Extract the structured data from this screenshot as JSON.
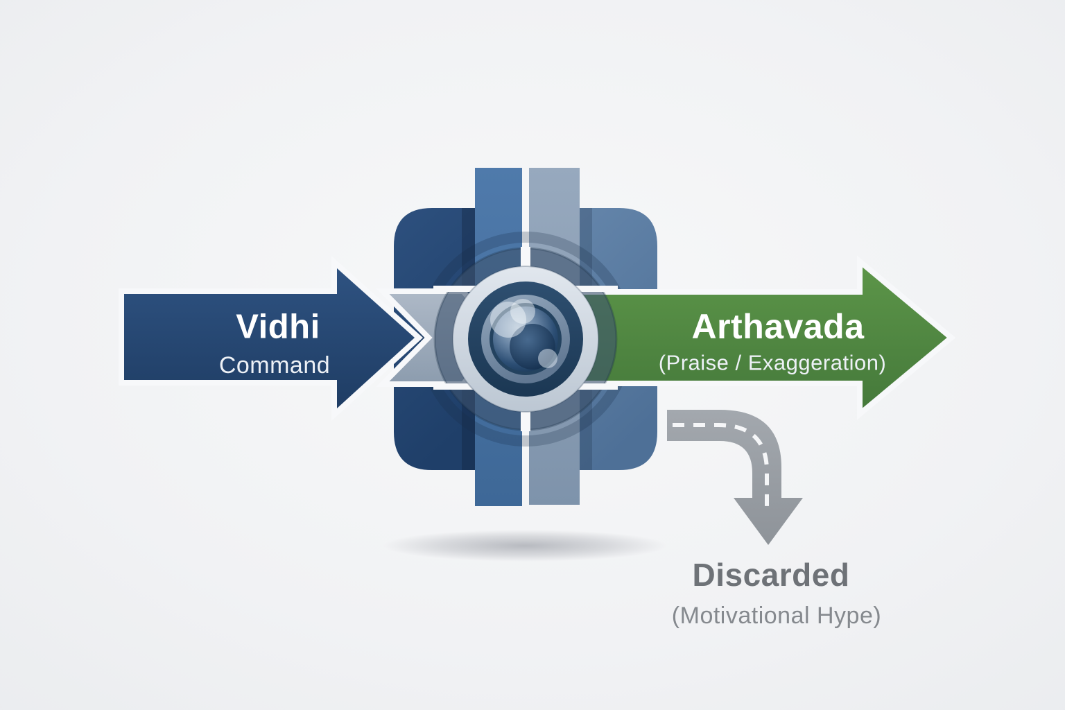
{
  "diagram": {
    "title": "Mimamsa filtering diagram",
    "input_arrow": {
      "title": "Vidhi",
      "subtitle": "Command"
    },
    "output_arrow": {
      "title": "Arthavada",
      "subtitle": "(Praise / Exaggeration)"
    },
    "discard_path": {
      "title": "Discarded",
      "subtitle": "(Motivational Hype)"
    },
    "center_icon": {
      "name": "camera-lens-hub"
    },
    "colors": {
      "input_arrow_blue": "#27497a",
      "intermediate_arrow_silver": "#9dabbd",
      "output_arrow_green": "#508a44",
      "discard_gray": "#9ca1a8",
      "navy_block": "#274a74",
      "slate_block": "#5b7da2",
      "left_bar": "#4674a5",
      "right_bar": "#8a9db3",
      "background": "#eef0f2",
      "title_text": "#ffffff",
      "discard_title_text": "#6e7277",
      "discard_sub_text": "#85898e"
    }
  }
}
